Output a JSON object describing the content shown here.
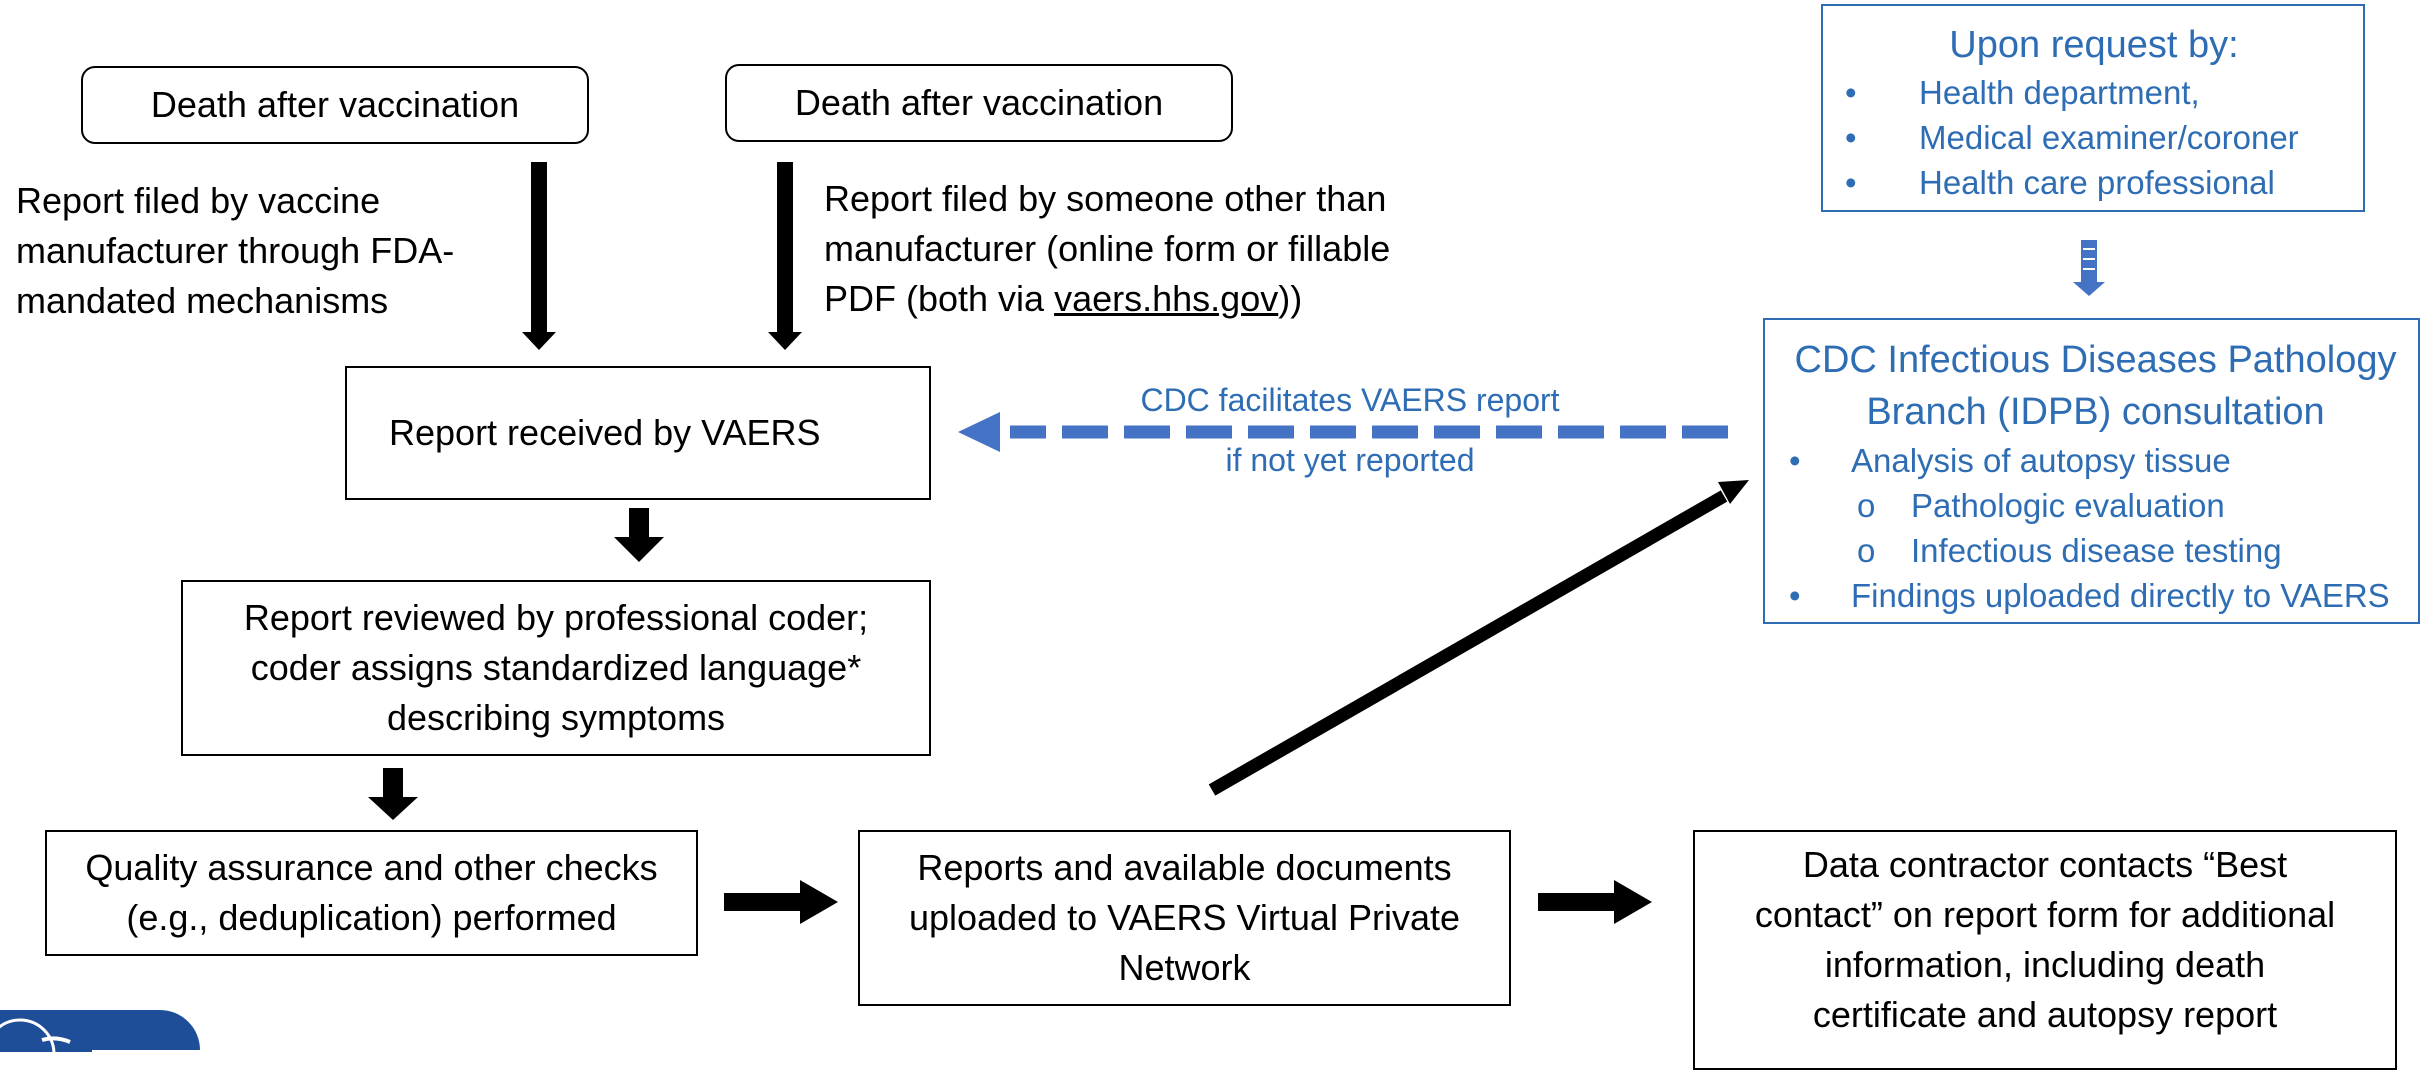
{
  "top_left_box": "Death after vaccination",
  "top_mid_box": "Death after vaccination",
  "manufacturer_report": [
    "Report filed by vaccine",
    "manufacturer through FDA-",
    "mandated mechanisms"
  ],
  "other_report": {
    "line1": "Report filed by someone other than",
    "line2": "manufacturer (online form or fillable",
    "line3_prefix": "PDF (both via ",
    "link": "vaers.hhs.gov",
    "line3_suffix": "))"
  },
  "vaers_received": "Report received by VAERS",
  "coder_review": [
    "Report reviewed by professional coder;",
    "coder assigns standardized language*",
    "describing symptoms"
  ],
  "qa_box": [
    "Quality assurance and other checks",
    "(e.g., deduplication) performed"
  ],
  "upload_box": [
    "Reports and available documents",
    "uploaded to VAERS Virtual Private",
    "Network"
  ],
  "contractor_box": [
    "Data contractor contacts “Best",
    "contact” on report form for additional",
    "information, including death",
    "certificate and autopsy report"
  ],
  "cdc_facilitates": [
    "CDC facilitates VAERS report",
    "if not yet reported"
  ],
  "request_box": {
    "title": "Upon request by:",
    "bullet": "•",
    "items": [
      "Health department,",
      "Medical examiner/coroner",
      "Health care professional"
    ]
  },
  "idpb_box": {
    "title_line1": "CDC Infectious Diseases Pathology",
    "title_line2": "Branch (IDPB) consultation",
    "bullet": "•",
    "sub_bullet": "o",
    "item1": "Analysis of autopsy tissue",
    "sub1": "Pathologic evaluation",
    "sub2": "Infectious disease testing",
    "item2": "Findings uploaded directly to VAERS"
  },
  "colors": {
    "accent_blue": "#2e6db4",
    "arrow_blue": "#4472c4",
    "black": "#000000"
  }
}
